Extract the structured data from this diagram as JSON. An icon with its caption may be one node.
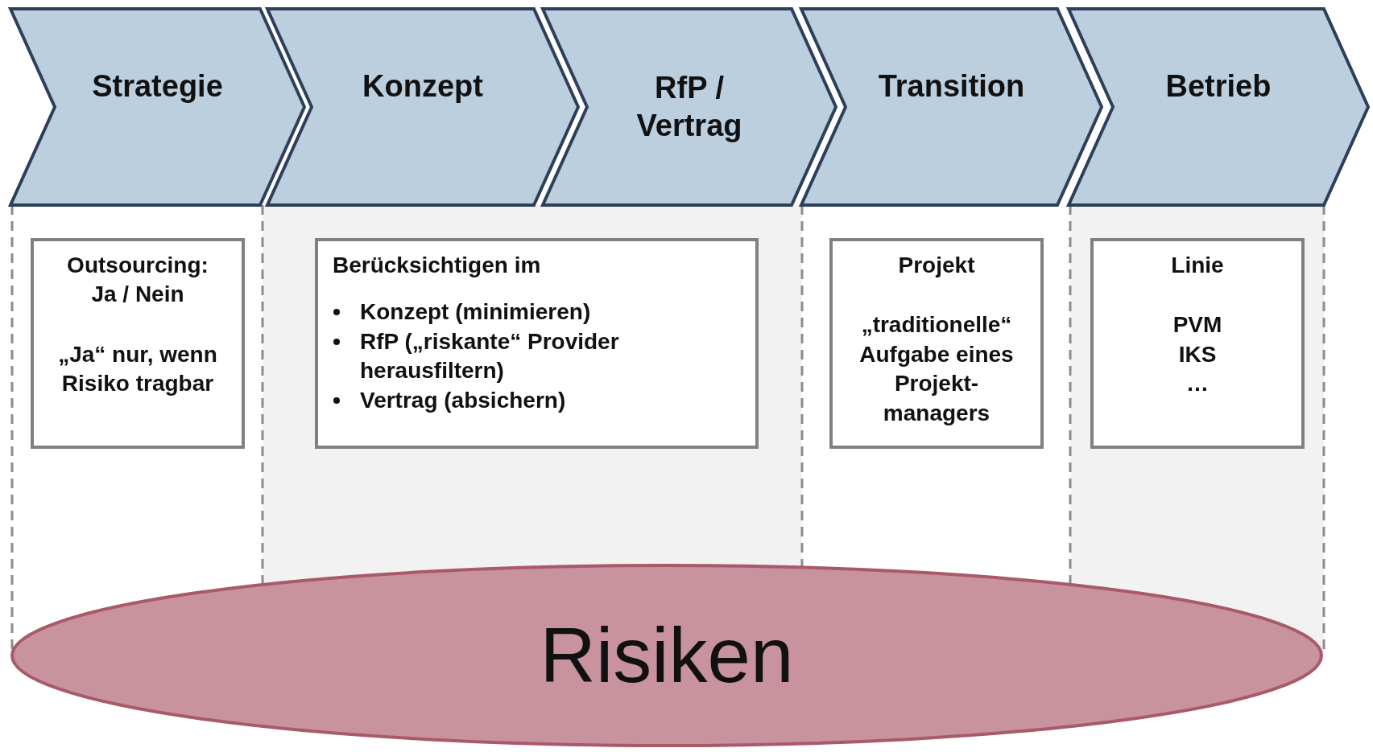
{
  "diagram": {
    "nodes": [
      {
        "text": [
          "Strategie"
        ]
      },
      {
        "text": [
          "Konzept"
        ]
      },
      {
        "text": [
          "RfP / Vertrag"
        ]
      },
      {
        "text": [
          "Transition"
        ]
      },
      {
        "text": [
          "Betrieb"
        ]
      },
      {
        "text": [
          "Outsourcing: Ja / Nein",
          "„Ja“ nur, wenn Risiko tragbar"
        ]
      },
      {
        "text": [
          "Berücksichtigen im",
          "Konzept (minimieren)",
          "RfP („riskante“ Provider herausfiltern)",
          "Vertrag (absichern)"
        ]
      },
      {
        "text": [
          "Projekt",
          "„traditionelle“ Aufgabe eines Projekt-managers"
        ]
      },
      {
        "text": [
          "Linie",
          "PVM",
          "IKS",
          "…"
        ]
      },
      {
        "text": [
          "Risiken"
        ]
      }
    ]
  }
}
